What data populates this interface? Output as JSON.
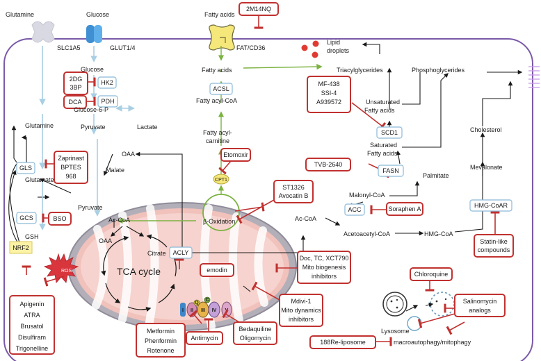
{
  "colors": {
    "membrane": "#7a5aa8",
    "inhibitor": "#c0312f",
    "enzyme_border": "#8bb9d8",
    "green_arrow": "#7bb241",
    "blue_arrow": "#a9cfe3",
    "mito_outer": "#9e9aa6",
    "mito_inner": "#f1c1bb",
    "ros": "#d9353d",
    "nrf2_fill": "#fdf2a6",
    "lipid": "#e03b33"
  },
  "transporters": {
    "glutamine": "Glutamine",
    "slc1a5": "SLC1A5",
    "glucose": "Glucose",
    "glut": "GLUT1/4",
    "fatty_acids": "Fatty acids",
    "fat_cd36": "FAT/CD36"
  },
  "metabolites": {
    "glucose": "Glucose",
    "glucose_6_p": "Glucose-6-P",
    "pyruvate": "Pyruvate",
    "lactate": "Lactate",
    "glutamine": "Glutamine",
    "glutamate": "Glutamate",
    "gsh": "GSH",
    "oaa_top": "OAA",
    "malate": "Malate",
    "pyruvate_mito": "Pyruvate",
    "ac_coa_mito": "Ac-CoA",
    "oaa_mito": "OAA",
    "citrate": "Citrate",
    "tca": "TCA cycle",
    "fatty_acids": "Fatty acids",
    "fatty_acyl_coa": "Fatty acyl-CoA",
    "fatty_acyl_carnitine": [
      "Fatty acyl-",
      "carnitine"
    ],
    "beta_ox": "β-Oxidation",
    "lipid_droplets": [
      "Lipid",
      "droplets"
    ],
    "triacylglycerides": "Triacylglycerides",
    "phosphoglycerides": "Phosphoglycerides",
    "unsat_fa": [
      "Unsaturated",
      "Fatty acids"
    ],
    "sat_fa": [
      "Saturated",
      "Fatty acids"
    ],
    "palmitate": "Palmitate",
    "malonyl_coa": "Malonyl-CoA",
    "ac_coa_cyto": "Ac-CoA",
    "acetoacetyl_coa": "Acetoacetyl-CoA",
    "hmg_coa": "HMG-CoA",
    "cholesterol": "Cholesterol",
    "mevalonate": "Mevalonate",
    "lysosome": "Lysosome",
    "autophagy": "macroautophagy/mitophagy",
    "ros": "ROS"
  },
  "enzymes": {
    "hk2": "HK2",
    "pdh": "PDH",
    "gls": "GLS",
    "gcs": "GCS",
    "acsl": "ACSL",
    "cpt1": "CPT1",
    "scd1": "SCD1",
    "fasn": "FASN",
    "acc": "ACC",
    "hmgcoar": "HMG-CoAR",
    "acly": "ACLY",
    "nrf2": "NRF2",
    "complexes": [
      "I",
      "II",
      "Q",
      "III",
      "C",
      "IV",
      "V"
    ]
  },
  "inhibitors": {
    "m14nq": [
      "2M14NQ"
    ],
    "dg_3bp": [
      "2DG",
      "3BP"
    ],
    "dca": [
      "DCA"
    ],
    "zaprinast": [
      "Zaprinast",
      "BPTES",
      "968"
    ],
    "bso": [
      "BSO"
    ],
    "etomoxir": [
      "Etomoxir"
    ],
    "mf438": [
      "MF-438",
      "SSI-4",
      "A939572"
    ],
    "tvb": [
      "TVB-2640"
    ],
    "st1326": [
      "ST1326",
      "Avocatin B"
    ],
    "soraphen": [
      "Soraphen A"
    ],
    "statin": [
      "Statin-like",
      "compounds"
    ],
    "emodin": [
      "emodin"
    ],
    "doc": [
      "Doc, TC, XCT790",
      "Mito biogenesis",
      "inhibitors"
    ],
    "mdivi": [
      "Mdivi-1",
      "Mito dynamics",
      "inhibitors"
    ],
    "metformin": [
      "Metformin",
      "Phenformin",
      "Rotenone"
    ],
    "antimycin": [
      "Antimycin"
    ],
    "bedaquiline": [
      "Bedaquiline",
      "Oligomycin"
    ],
    "apigenin": [
      "Apigenin",
      "ATRA",
      "Brusatol",
      "Disulfiram",
      "Trigonelline"
    ],
    "chloroquine": [
      "Chloroquine"
    ],
    "salinomycin": [
      "Salinomycin",
      "analogs"
    ],
    "re188": [
      "188Re-liposome"
    ]
  }
}
